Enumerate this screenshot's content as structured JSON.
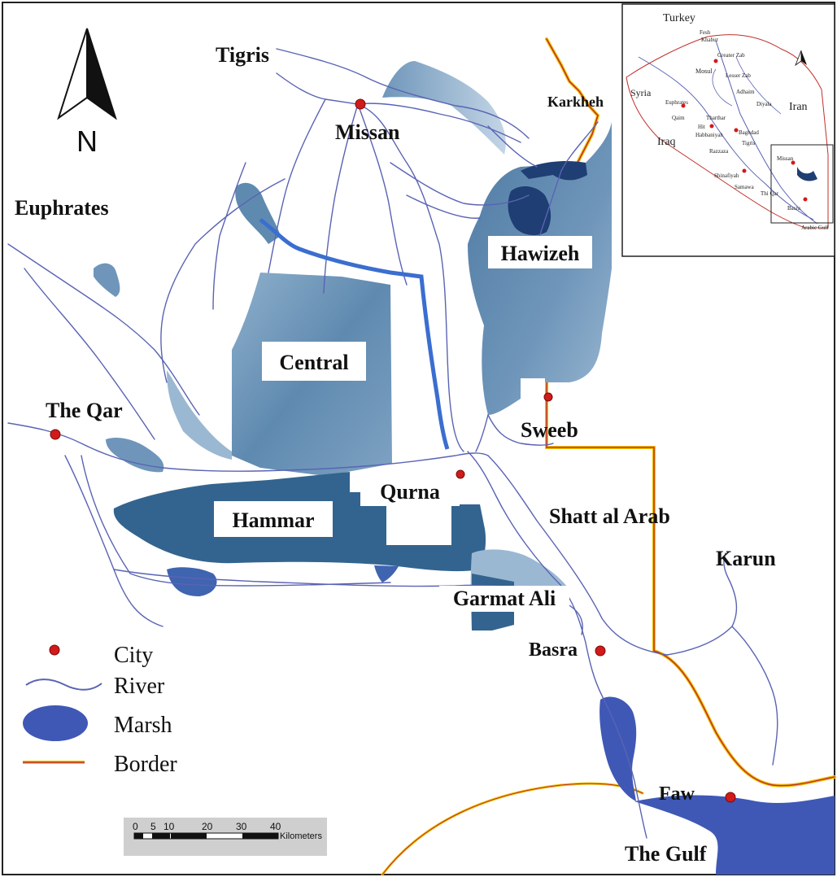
{
  "colors": {
    "marsh_dark": "#33648f",
    "marsh_mid": "#5f8ab0",
    "marsh_light": "#a9c3da",
    "marsh_legend": "#3f58b5",
    "river": "#5a63b4",
    "canal": "#3a6ed0",
    "border_outer": "#f0c000",
    "border_inner": "#c0302a",
    "city": "#d11a1a",
    "frame": "#222222"
  },
  "north_arrow": {
    "label": "N",
    "icon": "north-arrow-icon"
  },
  "rivers": [
    "Tigris",
    "Euphrates",
    "Karkheh",
    "Karun",
    "Shatt al Arab"
  ],
  "marshes": [
    "Central",
    "Hammar",
    "Hawizeh"
  ],
  "places": {
    "missan": "Missan",
    "the_qar": "The Qar",
    "sweeb": "Sweeb",
    "qurna": "Qurna",
    "garmat_ali": "Garmat Ali",
    "basra": "Basra",
    "faw": "Faw",
    "the_gulf": "The Gulf"
  },
  "legend": [
    {
      "label": "City",
      "icon": "city-dot-icon"
    },
    {
      "label": "River",
      "icon": "river-line-icon"
    },
    {
      "label": "Marsh",
      "icon": "marsh-ellipse-icon"
    },
    {
      "label": "Border",
      "icon": "border-line-icon"
    }
  ],
  "scale_bar": {
    "ticks": [
      "0",
      "5",
      "10",
      "20",
      "30",
      "40"
    ],
    "unit": "Kilometers"
  },
  "inset": {
    "countries": [
      "Turkey",
      "Syria",
      "Iraq",
      "Iran"
    ],
    "labels": [
      "Fesh",
      "Khabur",
      "Greater Zab",
      "Mosul",
      "Lesser Zab",
      "Adhaim",
      "Diyala",
      "Euphrates",
      "Qaim",
      "Tharthar",
      "Hit",
      "Habbaniyah",
      "Baghdad",
      "Tigris",
      "Razzaza",
      "Shinafiyah",
      "Samawa",
      "Thi Qar",
      "Missan",
      "Basra",
      "Arabic Gulf"
    ]
  }
}
